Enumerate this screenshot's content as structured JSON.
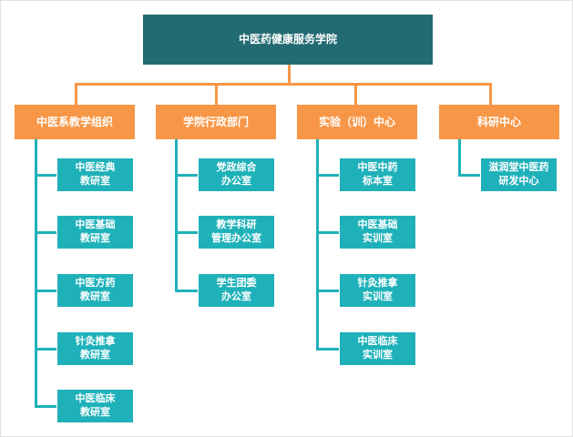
{
  "org": {
    "root": "中医药健康服务学院",
    "departments": [
      {
        "name": "中医系教学组织",
        "units": [
          "中医经典\n教研室",
          "中医基础\n教研室",
          "中医方药\n教研室",
          "针灸推拿\n教研室",
          "中医临床\n教研室"
        ]
      },
      {
        "name": "学院行政部门",
        "units": [
          "党政综合\n办公室",
          "教学科研\n管理办公室",
          "学生团委\n办公室"
        ]
      },
      {
        "name": "实验（训）中心",
        "units": [
          "中医中药\n标本室",
          "中医基础\n实训室",
          "针灸推拿\n实训室",
          "中医临床\n实训室"
        ]
      },
      {
        "name": "科研中心",
        "units": [
          "滋润堂中医药\n研发中心"
        ]
      }
    ]
  },
  "colors": {
    "root": "#236b73",
    "department": "#f79646",
    "unit": "#1fb1b9",
    "connector_top": "#f79646",
    "connector_sub": "#1fb1b9"
  }
}
